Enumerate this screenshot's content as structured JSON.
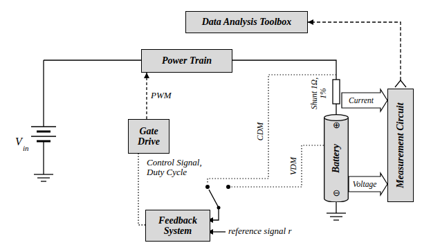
{
  "diagram": {
    "nodes": [
      {
        "text": [
          "Data Analysis Toolbox"
        ]
      },
      {
        "text": [
          "Power Train"
        ]
      },
      {
        "text": [
          "Gate Drive"
        ]
      },
      {
        "text": [
          "Battery"
        ]
      },
      {
        "text": [
          "Measurement Circuit"
        ]
      },
      {
        "text": [
          "Feedback System"
        ]
      }
    ],
    "edges": [
      {
        "from": 1,
        "to": 3,
        "arrow": "none"
      },
      {
        "from": 2,
        "to": 1,
        "arrow": "to",
        "label": "PWM"
      },
      {
        "from": 5,
        "to": 2,
        "arrow": "none",
        "label": "Control Signal, Duty Cycle"
      },
      {
        "from": 4,
        "to": 0,
        "arrow": "to"
      },
      {
        "from": 3,
        "to": 4,
        "arrow": "to",
        "label": "Current"
      },
      {
        "from": 3,
        "to": 4,
        "arrow": "to",
        "label": "Voltage"
      }
    ],
    "labels": [
      "V",
      "in",
      "Shunt 1Ω, 1%",
      "CDM",
      "VDM",
      "⊕",
      "⊖",
      "reference signal r"
    ]
  }
}
